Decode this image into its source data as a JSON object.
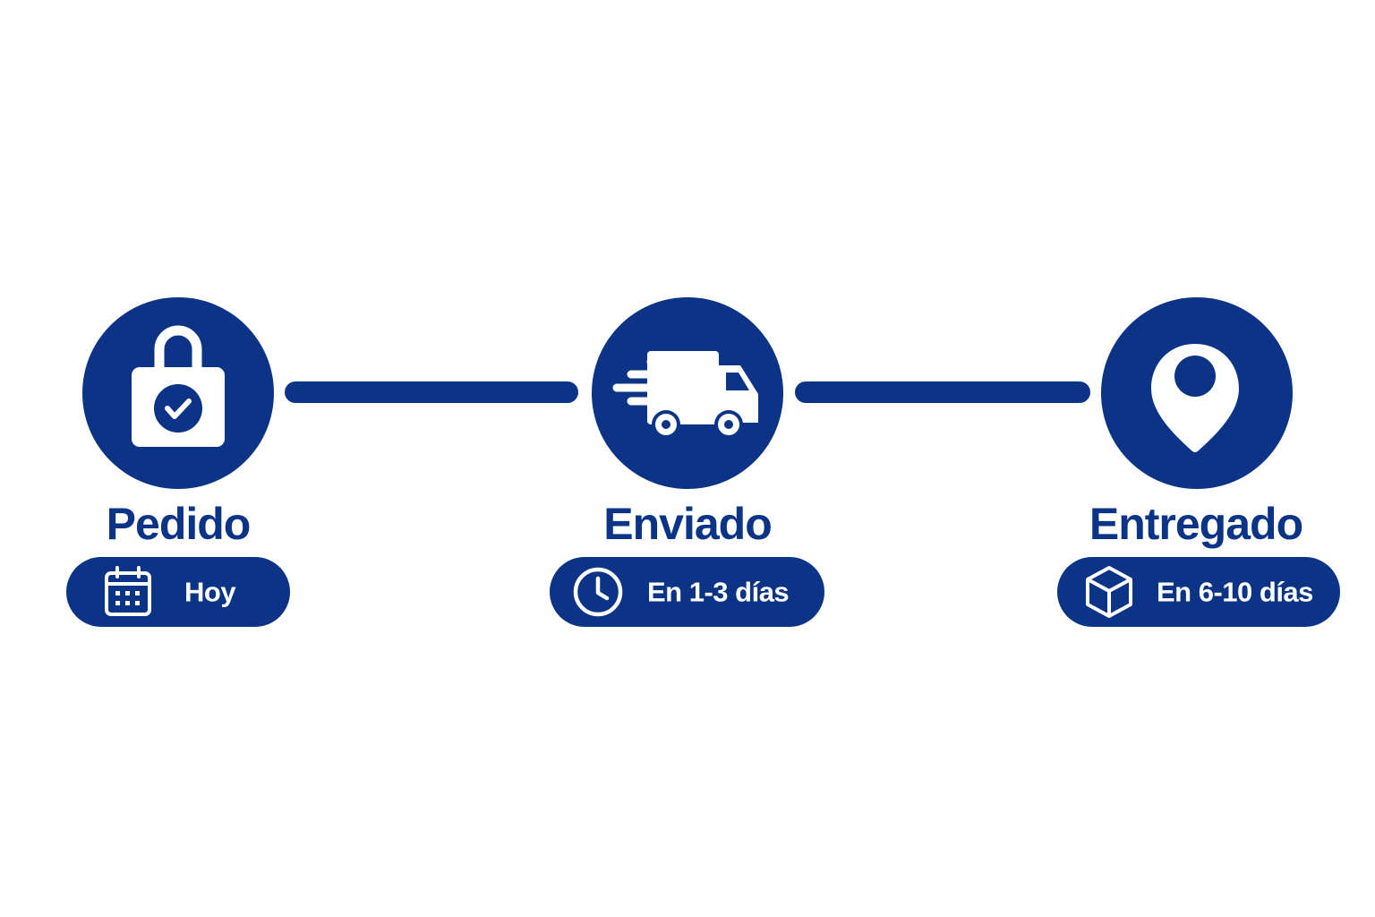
{
  "colors": {
    "brand": "#0b3487",
    "background": "#ffffff",
    "icon": "#ffffff"
  },
  "steps": [
    {
      "title": "Pedido",
      "icon": "shopping-bag-check-icon",
      "pill_icon": "calendar-icon",
      "pill_text": "Hoy"
    },
    {
      "title": "Enviado",
      "icon": "fast-delivery-truck-icon",
      "pill_icon": "clock-icon",
      "pill_text": "En 1-3 días"
    },
    {
      "title": "Entregado",
      "icon": "map-pin-icon",
      "pill_icon": "box-icon",
      "pill_text": "En 6-10 días"
    }
  ]
}
